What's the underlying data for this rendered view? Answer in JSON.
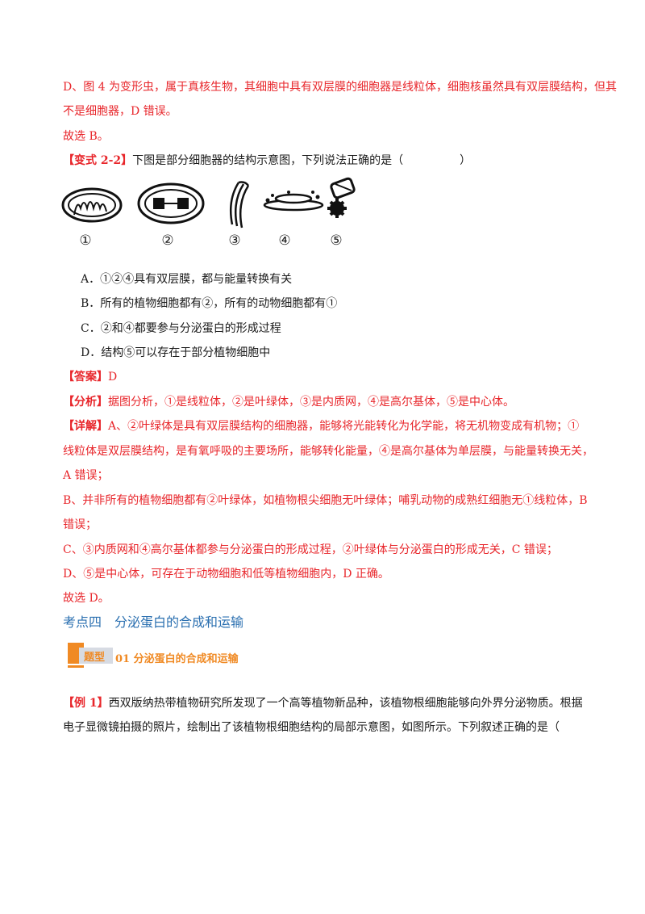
{
  "lines": {
    "d_line1": "D、图 4 为变形虫，属于真核生物，其细胞中具有双层膜的细胞器是线粒体，细胞核虽然具有双层膜结构，但其",
    "d_line2": "不是细胞器，D 错误。",
    "choose_b": "故选 B。",
    "variant_label": "【变式 2-2】",
    "variant_text": "下图是部分细胞器的结构示意图，下列说法正确的是（　　　　　）",
    "option_a": "A．①②④具有双层膜，都与能量转换有关",
    "option_b": "B．所有的植物细胞都有②，所有的动物细胞都有①",
    "option_c": "C．②和④都要参与分泌蛋白的形成过程",
    "option_d": "D．结构⑤可以存在于部分植物细胞中",
    "answer_label": "【答案】",
    "answer_value": "D",
    "analysis_label": "【分析】",
    "analysis_text": "据图分析，①是线粒体，②是叶绿体，③是内质网，④是高尔基体，⑤是中心体。",
    "detail_label": "【详解】",
    "detail_line1": "A、②叶绿体是具有双层膜结构的细胞器，能够将光能转化为化学能，将无机物变成有机物；①",
    "detail_line2": "线粒体是双层膜结构，是有氧呼吸的主要场所，能够转化能量，④是高尔基体为单层膜，与能量转换无关，",
    "detail_line3": "A 错误；",
    "b_line1": "B、并非所有的植物细胞都有②叶绿体，如植物根尖细胞无叶绿体；哺乳动物的成熟红细胞无①线粒体，B",
    "b_line2": "错误；",
    "c_line": "C、③内质网和④高尔基体都参与分泌蛋白的形成过程，②叶绿体与分泌蛋白的形成无关，C 错误；",
    "d_line": "D、⑤是中心体，可存在于动物细胞和低等植物细胞内，D 正确。",
    "choose_d": "故选 D。",
    "section_title": "考点四　分泌蛋白的合成和运输",
    "badge_text": "题型",
    "type_title": "01 分泌蛋白的合成和运输",
    "example_label": "【例 1】",
    "example_line1": "西双版纳热带植物研究所发现了一个高等植物新品种，该植物根细胞能够向外界分泌物质。根据",
    "example_line2": "电子显微镜拍摄的照片，绘制出了该植物根细胞结构的局部示意图，如图所示。下列叙述正确的是（"
  },
  "figure_labels": [
    "①",
    "②",
    "③",
    "④",
    "⑤"
  ],
  "colors": {
    "red": "#e8262b",
    "blue": "#2a6fb0",
    "orange": "#f08a24"
  }
}
